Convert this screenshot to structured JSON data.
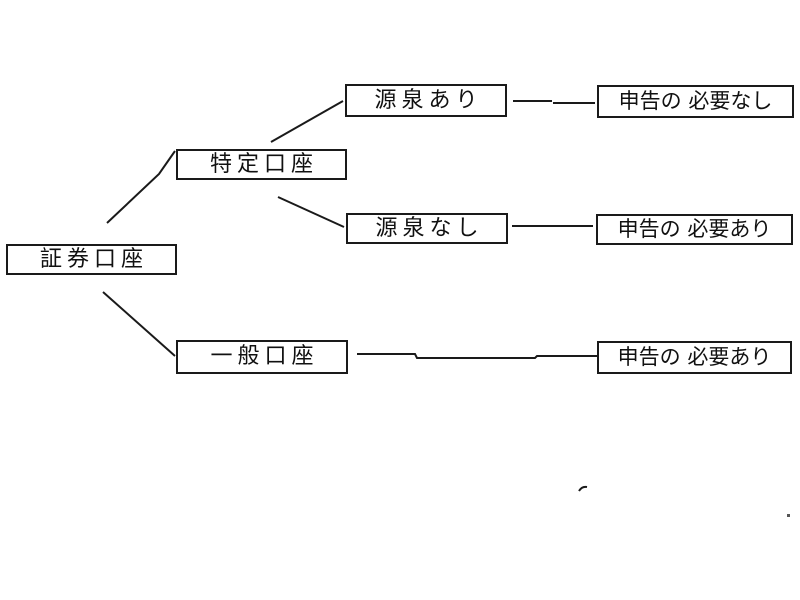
{
  "diagram": {
    "type": "flowchart",
    "colors": {
      "background": "#ffffff",
      "line": "#1a1a1a",
      "text": "#111111"
    },
    "nodes": [
      {
        "id": "securities-account",
        "label": "証券口座"
      },
      {
        "id": "specific-account",
        "label": "特定口座"
      },
      {
        "id": "withholding-yes",
        "label": "源泉あり"
      },
      {
        "id": "declaration-not-needed",
        "label": "申告の 必要なし"
      },
      {
        "id": "withholding-no",
        "label": "源泉なし"
      },
      {
        "id": "declaration-needed-middle",
        "label": "申告の 必要あり"
      },
      {
        "id": "general-account",
        "label": "一般口座"
      },
      {
        "id": "declaration-needed-bottom",
        "label": "申告の 必要あり"
      }
    ],
    "connectors": [
      {
        "from": "securities-account",
        "to": "specific-account"
      },
      {
        "from": "securities-account",
        "to": "general-account"
      },
      {
        "from": "specific-account",
        "to": "withholding-yes"
      },
      {
        "from": "specific-account",
        "to": "withholding-no"
      },
      {
        "from": "withholding-yes",
        "to": "declaration-not-needed"
      },
      {
        "from": "withholding-no",
        "to": "declaration-needed-middle"
      },
      {
        "from": "general-account",
        "to": "declaration-needed-bottom"
      }
    ]
  }
}
